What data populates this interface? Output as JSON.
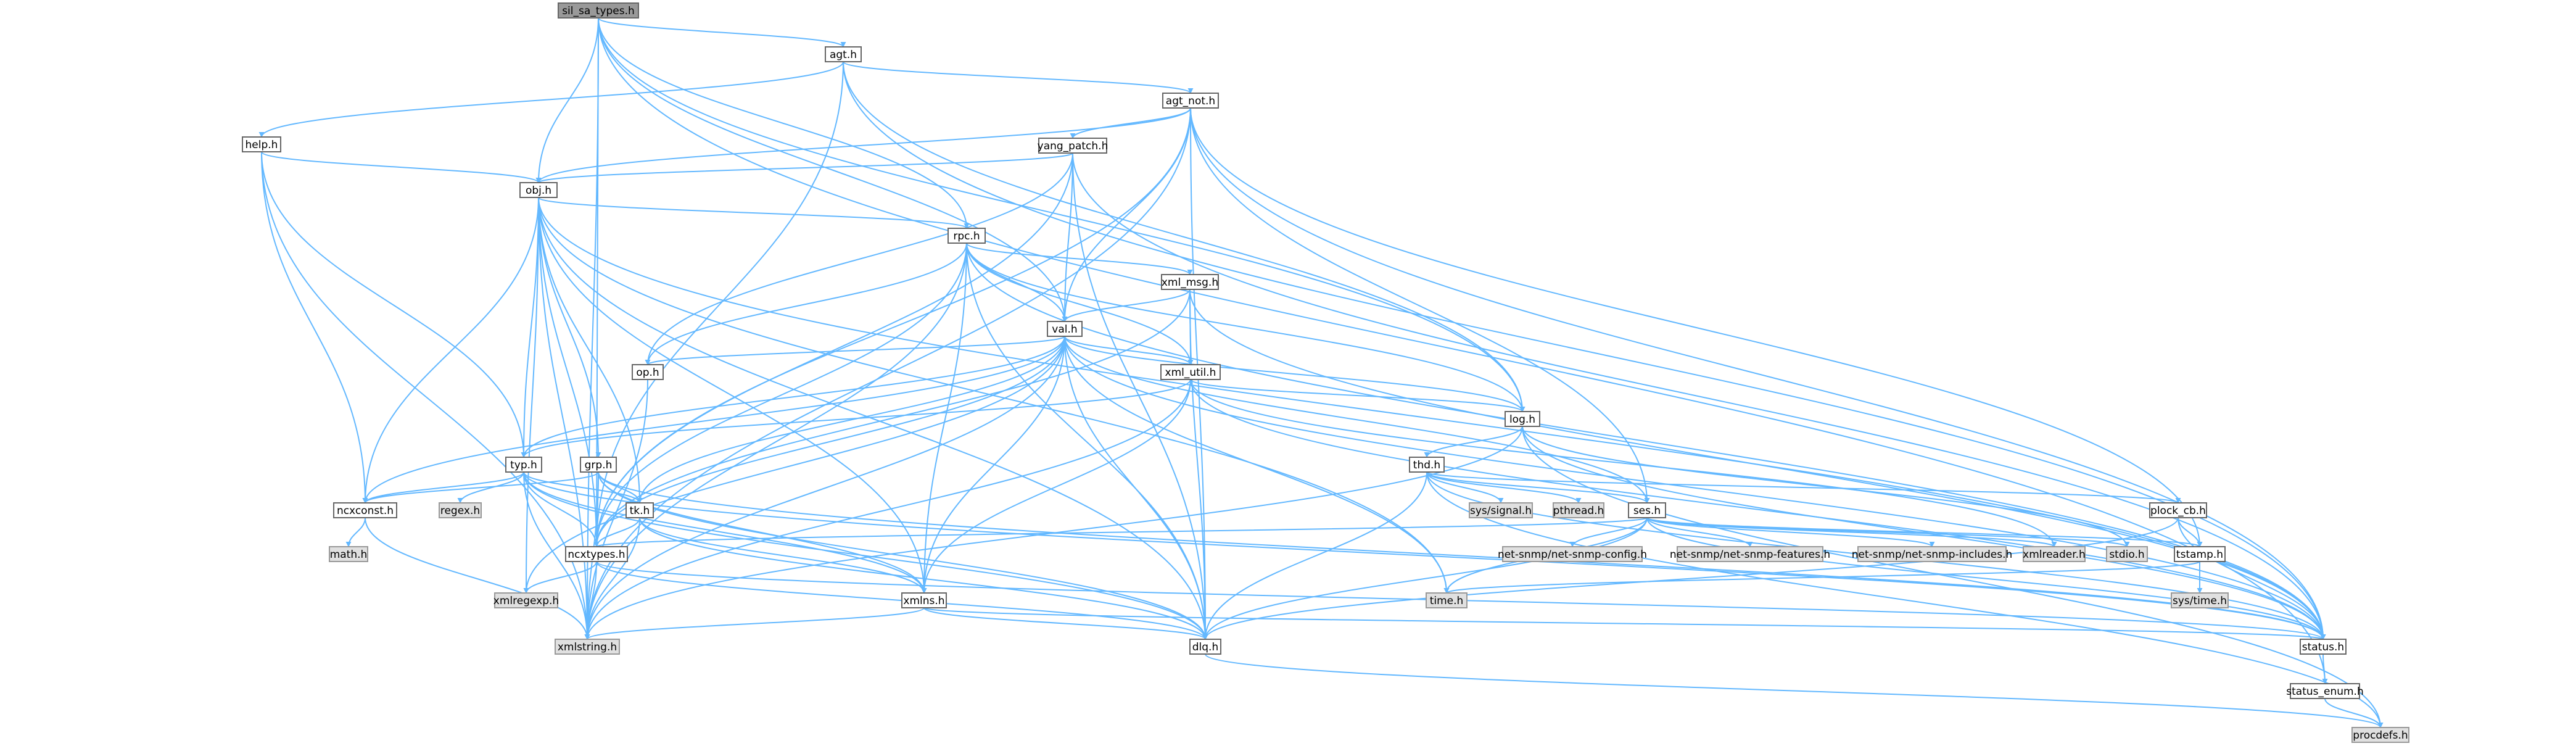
{
  "diagram": {
    "colors": {
      "edge": "#63b8ff",
      "node_fill": "#ffffff",
      "node_border": "#666666",
      "external_fill": "#e0e0e0",
      "external_border": "#999999",
      "root_fill": "#999999"
    },
    "nodes": [
      {
        "id": "sil_sa_types",
        "label": "sil_sa_types.h",
        "kind": "root"
      },
      {
        "id": "agt",
        "label": "agt.h",
        "kind": "normal"
      },
      {
        "id": "agt_not",
        "label": "agt_not.h",
        "kind": "normal"
      },
      {
        "id": "help",
        "label": "help.h",
        "kind": "normal"
      },
      {
        "id": "yang_patch",
        "label": "yang_patch.h",
        "kind": "normal"
      },
      {
        "id": "obj",
        "label": "obj.h",
        "kind": "normal"
      },
      {
        "id": "rpc",
        "label": "rpc.h",
        "kind": "normal"
      },
      {
        "id": "xml_msg",
        "label": "xml_msg.h",
        "kind": "normal"
      },
      {
        "id": "val",
        "label": "val.h",
        "kind": "normal"
      },
      {
        "id": "op",
        "label": "op.h",
        "kind": "normal"
      },
      {
        "id": "xml_util",
        "label": "xml_util.h",
        "kind": "normal"
      },
      {
        "id": "log",
        "label": "log.h",
        "kind": "normal"
      },
      {
        "id": "thd",
        "label": "thd.h",
        "kind": "normal"
      },
      {
        "id": "typ",
        "label": "typ.h",
        "kind": "normal"
      },
      {
        "id": "grp",
        "label": "grp.h",
        "kind": "normal"
      },
      {
        "id": "ncxconst",
        "label": "ncxconst.h",
        "kind": "normal"
      },
      {
        "id": "regex",
        "label": "regex.h",
        "kind": "external"
      },
      {
        "id": "tk",
        "label": "tk.h",
        "kind": "normal"
      },
      {
        "id": "ses",
        "label": "ses.h",
        "kind": "normal"
      },
      {
        "id": "plock_cb",
        "label": "plock_cb.h",
        "kind": "normal"
      },
      {
        "id": "syssignal",
        "label": "sys/signal.h",
        "kind": "external"
      },
      {
        "id": "pthread",
        "label": "pthread.h",
        "kind": "external"
      },
      {
        "id": "math",
        "label": "math.h",
        "kind": "external"
      },
      {
        "id": "ncxtypes",
        "label": "ncxtypes.h",
        "kind": "normal"
      },
      {
        "id": "nsconfig",
        "label": "net-snmp/net-snmp-config.h",
        "kind": "external"
      },
      {
        "id": "nsfeatures",
        "label": "net-snmp/net-snmp-features.h",
        "kind": "external"
      },
      {
        "id": "nsincludes",
        "label": "net-snmp/net-snmp-includes.h",
        "kind": "external"
      },
      {
        "id": "xmlreader",
        "label": "xmlreader.h",
        "kind": "external"
      },
      {
        "id": "stdio",
        "label": "stdio.h",
        "kind": "external"
      },
      {
        "id": "tstamp",
        "label": "tstamp.h",
        "kind": "normal"
      },
      {
        "id": "xmlregexp",
        "label": "xmlregexp.h",
        "kind": "external"
      },
      {
        "id": "xmlns",
        "label": "xmlns.h",
        "kind": "normal"
      },
      {
        "id": "time",
        "label": "time.h",
        "kind": "external"
      },
      {
        "id": "systime",
        "label": "sys/time.h",
        "kind": "external"
      },
      {
        "id": "xmlstring",
        "label": "xmlstring.h",
        "kind": "external"
      },
      {
        "id": "dlq",
        "label": "dlq.h",
        "kind": "normal"
      },
      {
        "id": "status",
        "label": "status.h",
        "kind": "normal"
      },
      {
        "id": "status_enum",
        "label": "status_enum.h",
        "kind": "normal"
      },
      {
        "id": "procdefs",
        "label": "procdefs.h",
        "kind": "external"
      }
    ],
    "edges": [
      [
        "sil_sa_types",
        "agt"
      ],
      [
        "sil_sa_types",
        "obj"
      ],
      [
        "sil_sa_types",
        "rpc"
      ],
      [
        "sil_sa_types",
        "val"
      ],
      [
        "sil_sa_types",
        "log"
      ],
      [
        "sil_sa_types",
        "ncxtypes"
      ],
      [
        "sil_sa_types",
        "xmlstring"
      ],
      [
        "sil_sa_types",
        "status_enum"
      ],
      [
        "agt",
        "agt_not"
      ],
      [
        "agt",
        "help"
      ],
      [
        "agt",
        "ncxtypes"
      ],
      [
        "agt",
        "log"
      ],
      [
        "agt",
        "status"
      ],
      [
        "agt_not",
        "yang_patch"
      ],
      [
        "agt_not",
        "obj"
      ],
      [
        "agt_not",
        "val"
      ],
      [
        "agt_not",
        "ses"
      ],
      [
        "agt_not",
        "tstamp"
      ],
      [
        "agt_not",
        "dlq"
      ],
      [
        "agt_not",
        "status"
      ],
      [
        "agt_not",
        "xmlstring"
      ],
      [
        "agt_not",
        "ncxtypes"
      ],
      [
        "help",
        "obj"
      ],
      [
        "help",
        "typ"
      ],
      [
        "help",
        "ncxconst"
      ],
      [
        "help",
        "xmlstring"
      ],
      [
        "yang_patch",
        "obj"
      ],
      [
        "yang_patch",
        "val"
      ],
      [
        "yang_patch",
        "op"
      ],
      [
        "yang_patch",
        "dlq"
      ],
      [
        "yang_patch",
        "ncxtypes"
      ],
      [
        "yang_patch",
        "status"
      ],
      [
        "obj",
        "rpc"
      ],
      [
        "obj",
        "typ"
      ],
      [
        "obj",
        "grp"
      ],
      [
        "obj",
        "tk"
      ],
      [
        "obj",
        "ncxconst"
      ],
      [
        "obj",
        "ncxtypes"
      ],
      [
        "obj",
        "xmlns"
      ],
      [
        "obj",
        "xmlregexp"
      ],
      [
        "obj",
        "xmlstring"
      ],
      [
        "obj",
        "dlq"
      ],
      [
        "obj",
        "status"
      ],
      [
        "obj",
        "time"
      ],
      [
        "rpc",
        "xml_msg"
      ],
      [
        "rpc",
        "val"
      ],
      [
        "rpc",
        "op"
      ],
      [
        "rpc",
        "xml_util"
      ],
      [
        "rpc",
        "log"
      ],
      [
        "rpc",
        "ncxtypes"
      ],
      [
        "rpc",
        "xmlns"
      ],
      [
        "rpc",
        "xmlstring"
      ],
      [
        "rpc",
        "dlq"
      ],
      [
        "rpc",
        "status"
      ],
      [
        "xml_msg",
        "val"
      ],
      [
        "xml_msg",
        "xml_util"
      ],
      [
        "xml_msg",
        "ncxtypes"
      ],
      [
        "xml_msg",
        "dlq"
      ],
      [
        "xml_msg",
        "status"
      ],
      [
        "val",
        "op"
      ],
      [
        "val",
        "xml_util"
      ],
      [
        "val",
        "log"
      ],
      [
        "val",
        "typ"
      ],
      [
        "val",
        "ncxconst"
      ],
      [
        "val",
        "tk"
      ],
      [
        "val",
        "ses"
      ],
      [
        "val",
        "ncxtypes"
      ],
      [
        "val",
        "xmlns"
      ],
      [
        "val",
        "xmlstring"
      ],
      [
        "val",
        "dlq"
      ],
      [
        "val",
        "time"
      ],
      [
        "val",
        "status"
      ],
      [
        "val",
        "xmlregexp"
      ],
      [
        "op",
        "xmlstring"
      ],
      [
        "xml_util",
        "log"
      ],
      [
        "xml_util",
        "typ"
      ],
      [
        "xml_util",
        "xmlns"
      ],
      [
        "xml_util",
        "xmlreader"
      ],
      [
        "xml_util",
        "xmlstring"
      ],
      [
        "xml_util",
        "status"
      ],
      [
        "log",
        "thd"
      ],
      [
        "log",
        "stdio"
      ],
      [
        "log",
        "xmlstring"
      ],
      [
        "log",
        "status"
      ],
      [
        "log",
        "procdefs"
      ],
      [
        "thd",
        "ses"
      ],
      [
        "thd",
        "plock_cb"
      ],
      [
        "thd",
        "syssignal"
      ],
      [
        "thd",
        "pthread"
      ],
      [
        "thd",
        "dlq"
      ],
      [
        "thd",
        "procdefs"
      ],
      [
        "thd",
        "status"
      ],
      [
        "typ",
        "ncxconst"
      ],
      [
        "typ",
        "regex"
      ],
      [
        "typ",
        "tk"
      ],
      [
        "typ",
        "ncxtypes"
      ],
      [
        "typ",
        "xmlns"
      ],
      [
        "typ",
        "xmlstring"
      ],
      [
        "typ",
        "dlq"
      ],
      [
        "typ",
        "status"
      ],
      [
        "grp",
        "ncxconst"
      ],
      [
        "grp",
        "tk"
      ],
      [
        "grp",
        "ncxtypes"
      ],
      [
        "grp",
        "xmlns"
      ],
      [
        "grp",
        "xmlstring"
      ],
      [
        "grp",
        "status"
      ],
      [
        "grp",
        "dlq"
      ],
      [
        "ncxconst",
        "math"
      ],
      [
        "ncxconst",
        "xmlstring"
      ],
      [
        "tk",
        "ncxtypes"
      ],
      [
        "tk",
        "xmlns"
      ],
      [
        "tk",
        "xmlstring"
      ],
      [
        "tk",
        "dlq"
      ],
      [
        "ses",
        "ncxtypes"
      ],
      [
        "ses",
        "nsconfig"
      ],
      [
        "ses",
        "nsfeatures"
      ],
      [
        "ses",
        "nsincludes"
      ],
      [
        "ses",
        "xmlreader"
      ],
      [
        "ses",
        "stdio"
      ],
      [
        "ses",
        "tstamp"
      ],
      [
        "ses",
        "dlq"
      ],
      [
        "ses",
        "status"
      ],
      [
        "ses",
        "time"
      ],
      [
        "plock_cb",
        "tstamp"
      ],
      [
        "plock_cb",
        "dlq"
      ],
      [
        "plock_cb",
        "status"
      ],
      [
        "ncxtypes",
        "xmlregexp"
      ],
      [
        "ncxtypes",
        "xmlstring"
      ],
      [
        "ncxtypes",
        "dlq"
      ],
      [
        "ncxtypes",
        "status"
      ],
      [
        "tstamp",
        "systime"
      ],
      [
        "tstamp",
        "time"
      ],
      [
        "xmlns",
        "xmlstring"
      ],
      [
        "xmlns",
        "status"
      ],
      [
        "xmlns",
        "dlq"
      ],
      [
        "dlq",
        "procdefs"
      ],
      [
        "status",
        "status_enum"
      ],
      [
        "status_enum",
        "procdefs"
      ]
    ]
  }
}
